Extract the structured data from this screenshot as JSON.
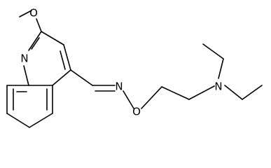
{
  "molecule": {
    "atoms": {
      "methoxy_oxygen": "O",
      "ring_nitrogen": "N",
      "imine_nitrogen": "N",
      "oxime_oxygen": "O",
      "amine_nitrogen": "N"
    }
  }
}
